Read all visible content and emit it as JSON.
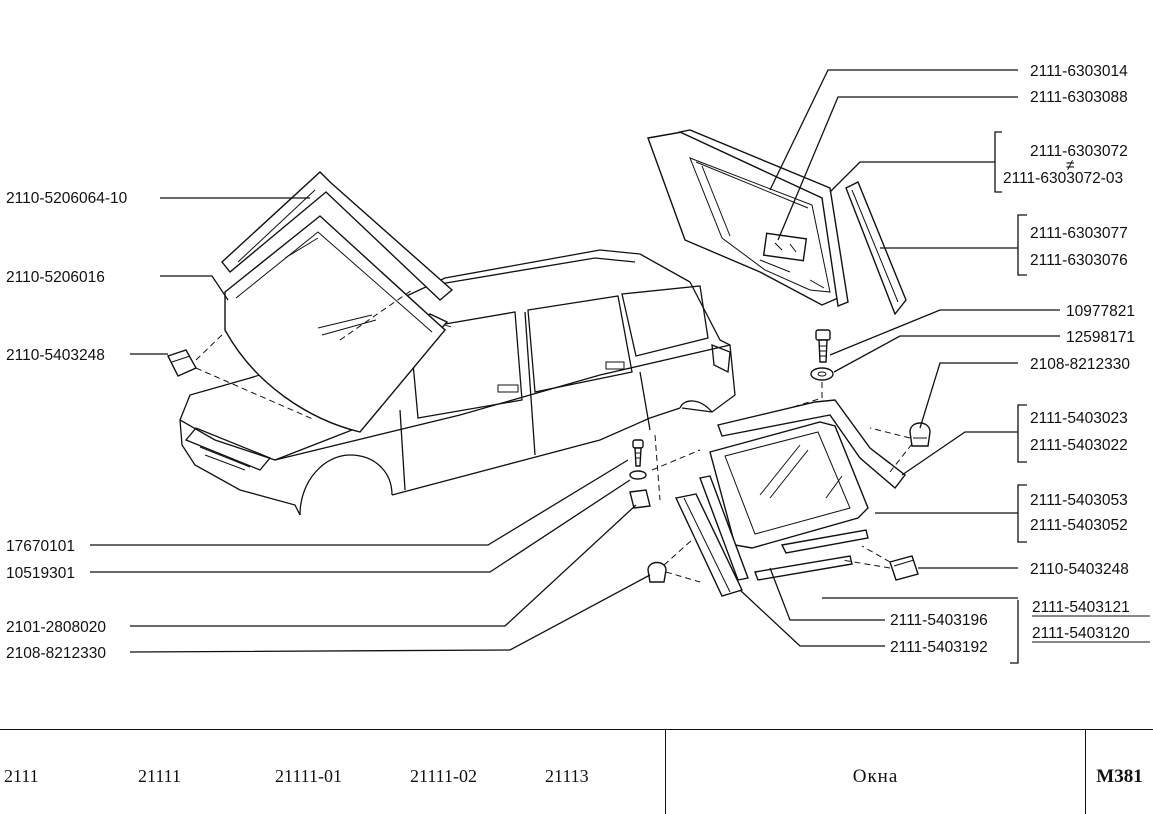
{
  "labels": {
    "l1": "2110-5206064-10",
    "l2": "2110-5206016",
    "l3": "2110-5403248",
    "l4": "17670101",
    "l5": "10519301",
    "l6": "2101-2808020",
    "l7": "2108-8212330",
    "r1": "2111-6303014",
    "r2": "2111-6303088",
    "r3a": "2111-6303072",
    "r3sym": "≠",
    "r3b": "2111-6303072-03",
    "r4a": "2111-6303077",
    "r4b": "2111-6303076",
    "r5": "10977821",
    "r6": "12598171",
    "r7": "2108-8212330",
    "r8a": "2111-5403023",
    "r8b": "2111-5403022",
    "r9a": "2111-5403053",
    "r9b": "2111-5403052",
    "r10": "2110-5403248",
    "r11": "2111-5403196",
    "r12": "2111-5403192",
    "r13a": "2111-5403121",
    "r13b": "2111-5403120"
  },
  "footer": {
    "models": [
      "2111",
      "21111",
      "21111-01",
      "21111-02",
      "21113"
    ],
    "title": "Окна",
    "code": "М381"
  }
}
